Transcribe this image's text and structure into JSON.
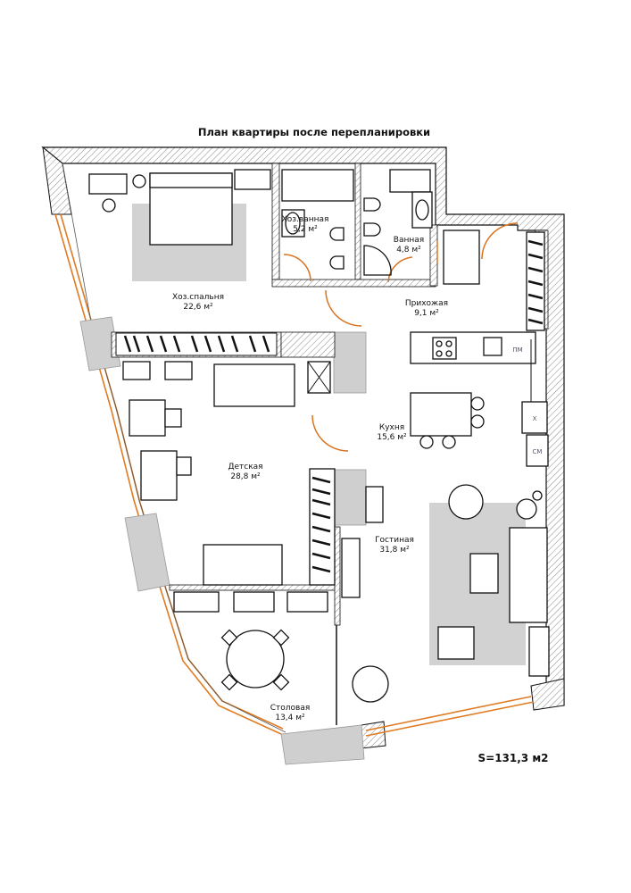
{
  "title": "План квартиры после перепланировки",
  "rooms": [
    {
      "name": "Хоз.спальня",
      "area": "22,6 м²"
    },
    {
      "name": "Хоз.ванная",
      "area": "5,2 м²"
    },
    {
      "name": "Ванная",
      "area": "4,8 м²"
    },
    {
      "name": "Прихожая",
      "area": "9,1 м²"
    },
    {
      "name": "Кухня",
      "area": "15,6 м²"
    },
    {
      "name": "Детская",
      "area": "28,8 м²"
    },
    {
      "name": "Гостиная",
      "area": "31,8 м²"
    },
    {
      "name": "Столовая",
      "area": "13,4 м²"
    }
  ],
  "appliances": {
    "fridge": "ПМ",
    "oven": "Х",
    "washer": "СМ"
  },
  "total_area": "S=131,3 м2",
  "colors": {
    "wall_hatch": "#888888",
    "door": "#d9731f",
    "window": "#e07b22",
    "rug": "#d2d2d2",
    "column": "#cfcfcf"
  }
}
